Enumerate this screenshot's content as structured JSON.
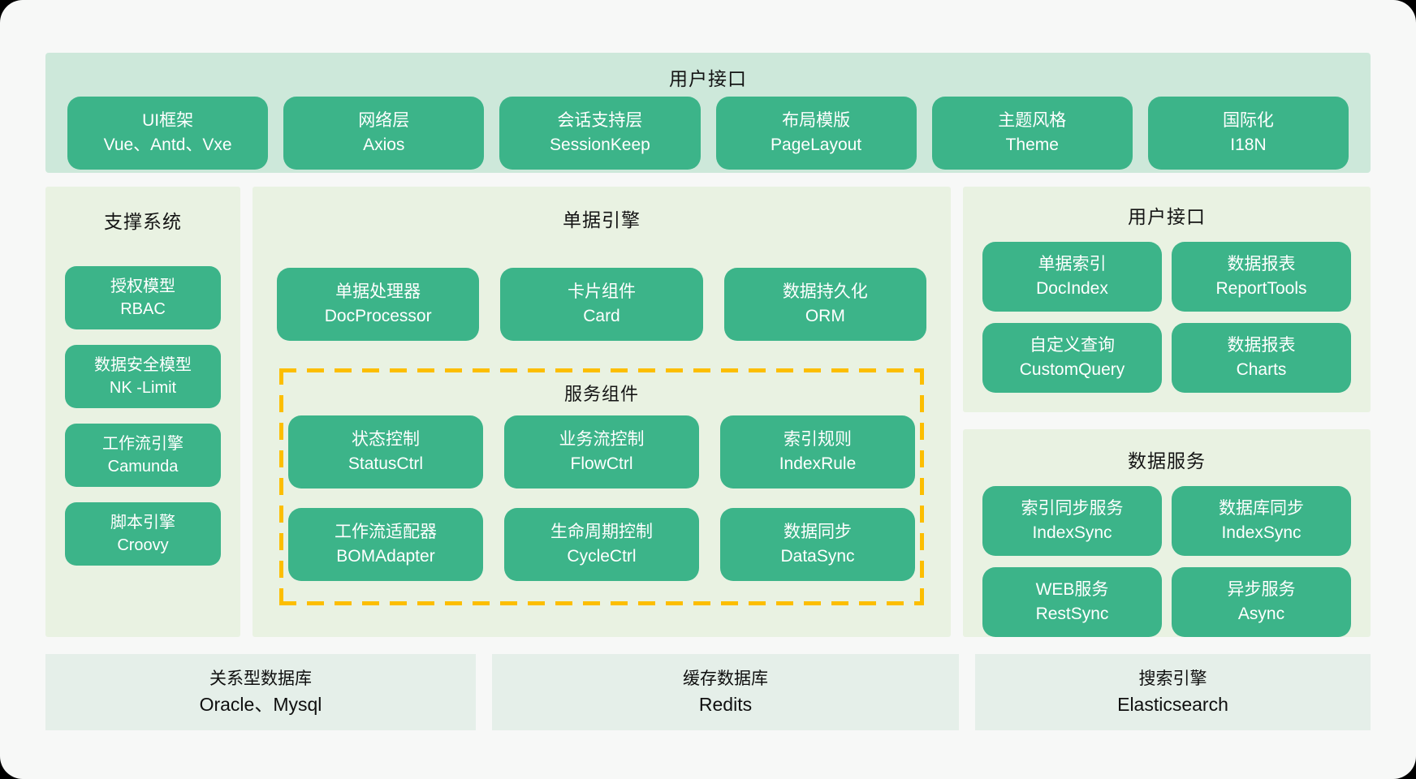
{
  "colors": {
    "page_bg": "#f7f8f7",
    "banner_bg": "#cde8da",
    "panel_bg": "#e9f2e2",
    "module_box_green": "#3cb489",
    "module_box_text": "#ffffff",
    "dashed_border": "#fcbe00",
    "bottom_box_bg": "#e5efe9",
    "title_text": "#141414"
  },
  "top_banner": {
    "title": "用户接口",
    "boxes": [
      {
        "line1": "UI框架",
        "line2": "Vue、Antd、Vxe"
      },
      {
        "line1": "网络层",
        "line2": "Axios"
      },
      {
        "line1": "会话支持层",
        "line2": "SessionKeep"
      },
      {
        "line1": "布局模版",
        "line2": "PageLayout"
      },
      {
        "line1": "主题风格",
        "line2": "Theme"
      },
      {
        "line1": "国际化",
        "line2": "I18N"
      }
    ]
  },
  "support_panel": {
    "title": "支撑系统",
    "boxes": [
      {
        "line1": "授权模型",
        "line2": "RBAC"
      },
      {
        "line1": "数据安全模型",
        "line2": "NK -Limit"
      },
      {
        "line1": "工作流引擎",
        "line2": "Camunda"
      },
      {
        "line1": "脚本引擎",
        "line2": "Croovy"
      }
    ]
  },
  "doc_engine_panel": {
    "title": "单据引擎",
    "boxes": [
      {
        "line1": "单据处理器",
        "line2": "DocProcessor"
      },
      {
        "line1": "卡片组件",
        "line2": "Card"
      },
      {
        "line1": "数据持久化",
        "line2": "ORM"
      }
    ],
    "service_group": {
      "title": "服务组件",
      "boxes": [
        {
          "line1": "状态控制",
          "line2": "StatusCtrl"
        },
        {
          "line1": "业务流控制",
          "line2": "FlowCtrl"
        },
        {
          "line1": "索引规则",
          "line2": "IndexRule"
        },
        {
          "line1": "工作流适配器",
          "line2": "BOMAdapter"
        },
        {
          "line1": "生命周期控制",
          "line2": "CycleCtrl"
        },
        {
          "line1": "数据同步",
          "line2": "DataSync"
        }
      ]
    }
  },
  "ui_panel": {
    "title": "用户接口",
    "boxes": [
      {
        "line1": "单据索引",
        "line2": "DocIndex"
      },
      {
        "line1": "数据报表",
        "line2": "ReportTools"
      },
      {
        "line1": "自定义查询",
        "line2": "CustomQuery"
      },
      {
        "line1": "数据报表",
        "line2": "Charts"
      }
    ]
  },
  "data_service_panel": {
    "title": "数据服务",
    "boxes": [
      {
        "line1": "索引同步服务",
        "line2": "IndexSync"
      },
      {
        "line1": "数据库同步",
        "line2": "IndexSync"
      },
      {
        "line1": "WEB服务",
        "line2": "RestSync"
      },
      {
        "line1": "异步服务",
        "line2": "Async"
      }
    ]
  },
  "bottom_row": {
    "boxes": [
      {
        "line1": "关系型数据库",
        "line2": "Oracle、Mysql"
      },
      {
        "line1": "缓存数据库",
        "line2": "Redits"
      },
      {
        "line1": "搜索引擎",
        "line2": "Elasticsearch"
      }
    ]
  }
}
